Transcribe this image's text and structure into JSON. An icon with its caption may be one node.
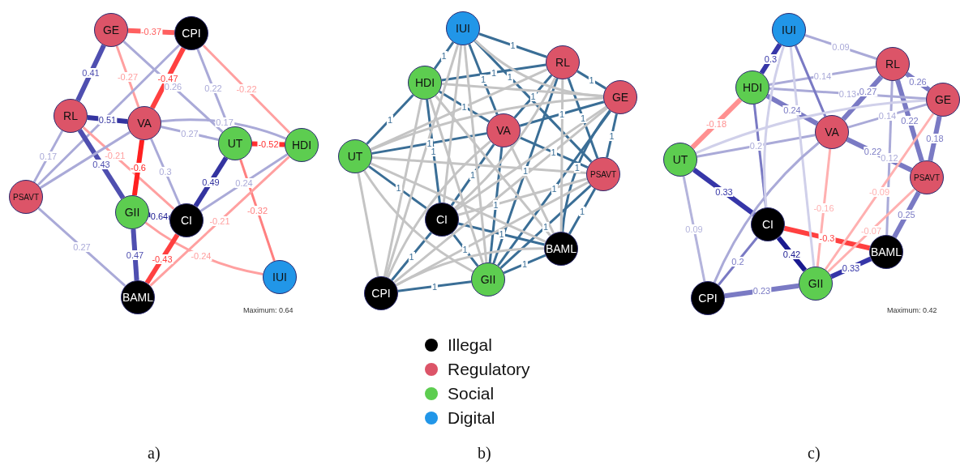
{
  "diagram": {
    "nodes": [
      {
        "text": [
          "GE"
        ]
      },
      {
        "text": [
          "CPI"
        ]
      },
      {
        "text": [
          "RL"
        ]
      },
      {
        "text": [
          "VA"
        ]
      },
      {
        "text": [
          "UT"
        ]
      },
      {
        "text": [
          "HDI"
        ]
      },
      {
        "text": [
          "PSAVT"
        ]
      },
      {
        "text": [
          "GII"
        ]
      },
      {
        "text": [
          "CI"
        ]
      },
      {
        "text": [
          "BAML"
        ]
      },
      {
        "text": [
          "IUI"
        ]
      },
      {
        "text": [
          "IUI"
        ]
      },
      {
        "text": [
          "RL"
        ]
      },
      {
        "text": [
          "HDI"
        ]
      },
      {
        "text": [
          "GE"
        ]
      },
      {
        "text": [
          "VA"
        ]
      },
      {
        "text": [
          "UT"
        ]
      },
      {
        "text": [
          "PSAVT"
        ]
      },
      {
        "text": [
          "CI"
        ]
      },
      {
        "text": [
          "BAML"
        ]
      },
      {
        "text": [
          "GII"
        ]
      },
      {
        "text": [
          "CPI"
        ]
      },
      {
        "text": [
          "IUI"
        ]
      },
      {
        "text": [
          "RL"
        ]
      },
      {
        "text": [
          "HDI"
        ]
      },
      {
        "text": [
          "GE"
        ]
      },
      {
        "text": [
          "VA"
        ]
      },
      {
        "text": [
          "UT"
        ]
      },
      {
        "text": [
          "PSAVT"
        ]
      },
      {
        "text": [
          "CI"
        ]
      },
      {
        "text": [
          "BAML"
        ]
      },
      {
        "text": [
          "GII"
        ]
      },
      {
        "text": [
          "CPI"
        ]
      }
    ],
    "edges": [
      {
        "from": 0,
        "to": 1,
        "arrow": "none",
        "label": "-0.37",
        "color": "#ff6060",
        "style": "thick"
      },
      {
        "from": 0,
        "to": 2,
        "arrow": "none",
        "label": "0.41",
        "color": "#4f4fb0",
        "style": "thick"
      },
      {
        "from": 0,
        "to": 3,
        "arrow": "none",
        "label": "-0.27",
        "color": "#ffa0a0"
      },
      {
        "from": 0,
        "to": 4,
        "arrow": "none",
        "label": "0.26",
        "color": "#aaaad8"
      },
      {
        "from": 1,
        "to": 3,
        "arrow": "none",
        "label": "-0.47",
        "color": "#ff4040",
        "style": "thick"
      },
      {
        "from": 1,
        "to": 4,
        "arrow": "none",
        "label": "0.22",
        "color": "#aaaad8"
      },
      {
        "from": 1,
        "to": 5,
        "arrow": "none",
        "label": "-0.22",
        "color": "#ffa0a0"
      },
      {
        "from": 1,
        "to": 6,
        "arrow": "none",
        "color": "#aaaad8"
      },
      {
        "from": 2,
        "to": 3,
        "arrow": "none",
        "label": "0.51",
        "color": "#3434a0",
        "style": "thick"
      },
      {
        "from": 2,
        "to": 6,
        "arrow": "none",
        "label": "0.17",
        "color": "#aaaad8"
      },
      {
        "from": 2,
        "to": 7,
        "arrow": "none",
        "label": "0.43",
        "color": "#4f4fb0",
        "style": "thick"
      },
      {
        "from": 2,
        "to": 8,
        "arrow": "none",
        "label": "-0.21",
        "color": "#ffa0a0"
      },
      {
        "from": 3,
        "to": 7,
        "arrow": "none",
        "label": "-0.6",
        "color": "#ff2020",
        "style": "thick"
      },
      {
        "from": 3,
        "to": 8,
        "arrow": "none",
        "label": "0.3",
        "color": "#aaaad8"
      },
      {
        "from": 3,
        "to": 4,
        "arrow": "none",
        "label": "0.27",
        "color": "#aaaad8"
      },
      {
        "from": 3,
        "to": 5,
        "arrow": "none",
        "label": "0.17",
        "color": "#aaaad8"
      },
      {
        "from": 3,
        "to": 6,
        "arrow": "none",
        "color": "#aaaad8"
      },
      {
        "from": 4,
        "to": 5,
        "arrow": "none",
        "label": "-0.52",
        "color": "#ff3030",
        "style": "thick"
      },
      {
        "from": 4,
        "to": 8,
        "arrow": "none",
        "label": "0.49",
        "color": "#3434a0",
        "style": "thick"
      },
      {
        "from": 4,
        "to": 10,
        "arrow": "none",
        "label": "-0.32",
        "color": "#ff8080"
      },
      {
        "from": 5,
        "to": 8,
        "arrow": "none",
        "label": "0.24",
        "color": "#aaaad8"
      },
      {
        "from": 5,
        "to": 9,
        "arrow": "none",
        "label": "-0.21",
        "color": "#ffa0a0"
      },
      {
        "from": 7,
        "to": 8,
        "arrow": "none",
        "label": "0.64",
        "color": "#1a1a90",
        "style": "thick"
      },
      {
        "from": 7,
        "to": 9,
        "arrow": "none",
        "label": "0.47",
        "color": "#4f4fb0",
        "style": "thick"
      },
      {
        "from": 7,
        "to": 10,
        "arrow": "none",
        "label": "-0.24",
        "color": "#ffa0a0"
      },
      {
        "from": 8,
        "to": 9,
        "arrow": "none",
        "label": "-0.43",
        "color": "#ff4040",
        "style": "thick"
      },
      {
        "from": 6,
        "to": 9,
        "arrow": "none",
        "label": "0.27",
        "color": "#aaaad8"
      },
      {
        "from": 11,
        "to": 13,
        "arrow": "none",
        "label": "1",
        "color": "#3a6e96"
      },
      {
        "from": 11,
        "to": 12,
        "arrow": "none",
        "label": "1",
        "color": "#3a6e96"
      },
      {
        "from": 11,
        "to": 15,
        "arrow": "none",
        "label": "1",
        "color": "#3a6e96"
      },
      {
        "from": 11,
        "to": 17,
        "arrow": "none",
        "label": "1",
        "color": "#3a6e96"
      },
      {
        "from": 13,
        "to": 12,
        "arrow": "none",
        "label": "1",
        "color": "#3a6e96"
      },
      {
        "from": 13,
        "to": 15,
        "arrow": "none",
        "label": "1",
        "color": "#3a6e96"
      },
      {
        "from": 13,
        "to": 16,
        "arrow": "none",
        "label": "1",
        "color": "#3a6e96"
      },
      {
        "from": 13,
        "to": 18,
        "arrow": "none",
        "label": "1",
        "color": "#3a6e96"
      },
      {
        "from": 12,
        "to": 14,
        "arrow": "none",
        "label": "1",
        "color": "#3a6e96"
      },
      {
        "from": 12,
        "to": 15,
        "arrow": "none",
        "label": "1",
        "color": "#3a6e96"
      },
      {
        "from": 12,
        "to": 17,
        "arrow": "none",
        "label": "1",
        "color": "#3a6e96"
      },
      {
        "from": 12,
        "to": 20,
        "arrow": "none",
        "label": "1",
        "color": "#3a6e96"
      },
      {
        "from": 14,
        "to": 15,
        "arrow": "none",
        "label": "1",
        "color": "#3a6e96"
      },
      {
        "from": 14,
        "to": 17,
        "arrow": "none",
        "label": "1",
        "color": "#3a6e96"
      },
      {
        "from": 14,
        "to": 19,
        "arrow": "none",
        "label": "1",
        "color": "#3a6e96"
      },
      {
        "from": 14,
        "to": 20,
        "arrow": "none",
        "label": "1",
        "color": "#3a6e96"
      },
      {
        "from": 15,
        "to": 17,
        "arrow": "none",
        "label": "1",
        "color": "#3a6e96"
      },
      {
        "from": 15,
        "to": 18,
        "arrow": "none",
        "label": "1",
        "color": "#3a6e96"
      },
      {
        "from": 15,
        "to": 20,
        "arrow": "none",
        "label": "1",
        "color": "#3a6e96"
      },
      {
        "from": 15,
        "to": 16,
        "arrow": "none",
        "label": "1",
        "color": "#3a6e96"
      },
      {
        "from": 16,
        "to": 18,
        "arrow": "none",
        "label": "1",
        "color": "#3a6e96"
      },
      {
        "from": 17,
        "to": 20,
        "arrow": "none",
        "label": "1",
        "color": "#3a6e96"
      },
      {
        "from": 17,
        "to": 19,
        "arrow": "none",
        "label": "1",
        "color": "#3a6e96"
      },
      {
        "from": 18,
        "to": 19,
        "arrow": "none",
        "label": "1",
        "color": "#3a6e96"
      },
      {
        "from": 18,
        "to": 20,
        "arrow": "none",
        "label": "1",
        "color": "#3a6e96"
      },
      {
        "from": 18,
        "to": 21,
        "arrow": "none",
        "label": "1",
        "color": "#3a6e96"
      },
      {
        "from": 20,
        "to": 19,
        "arrow": "none",
        "label": "1",
        "color": "#3a6e96"
      },
      {
        "from": 20,
        "to": 21,
        "arrow": "none",
        "label": "1",
        "color": "#3a6e96"
      },
      {
        "from": 11,
        "to": 14,
        "arrow": "none",
        "color": "#c4c4c4"
      },
      {
        "from": 11,
        "to": 21,
        "arrow": "none",
        "color": "#c4c4c4"
      },
      {
        "from": 11,
        "to": 18,
        "arrow": "none",
        "color": "#c4c4c4"
      },
      {
        "from": 11,
        "to": 20,
        "arrow": "none",
        "color": "#c4c4c4"
      },
      {
        "from": 13,
        "to": 14,
        "arrow": "none",
        "color": "#c4c4c4"
      },
      {
        "from": 13,
        "to": 20,
        "arrow": "none",
        "color": "#c4c4c4"
      },
      {
        "from": 13,
        "to": 19,
        "arrow": "none",
        "color": "#c4c4c4"
      },
      {
        "from": 13,
        "to": 21,
        "arrow": "none",
        "color": "#c4c4c4"
      },
      {
        "from": 16,
        "to": 21,
        "arrow": "none",
        "color": "#c4c4c4"
      },
      {
        "from": 16,
        "to": 17,
        "arrow": "none",
        "color": "#c4c4c4"
      },
      {
        "from": 16,
        "to": 19,
        "arrow": "none",
        "color": "#c4c4c4"
      },
      {
        "from": 16,
        "to": 20,
        "arrow": "none",
        "color": "#c4c4c4"
      },
      {
        "from": 16,
        "to": 14,
        "arrow": "none",
        "color": "#c4c4c4"
      },
      {
        "from": 16,
        "to": 12,
        "arrow": "none",
        "color": "#c4c4c4"
      },
      {
        "from": 15,
        "to": 19,
        "arrow": "none",
        "color": "#c4c4c4"
      },
      {
        "from": 15,
        "to": 21,
        "arrow": "none",
        "color": "#c4c4c4"
      },
      {
        "from": 12,
        "to": 18,
        "arrow": "none",
        "color": "#c4c4c4"
      },
      {
        "from": 12,
        "to": 19,
        "arrow": "none",
        "color": "#c4c4c4"
      },
      {
        "from": 14,
        "to": 18,
        "arrow": "none",
        "color": "#c4c4c4"
      },
      {
        "from": 14,
        "to": 21,
        "arrow": "none",
        "color": "#c4c4c4"
      },
      {
        "from": 17,
        "to": 18,
        "arrow": "none",
        "color": "#c4c4c4"
      },
      {
        "from": 17,
        "to": 21,
        "arrow": "none",
        "color": "#c4c4c4"
      },
      {
        "from": 19,
        "to": 21,
        "arrow": "none",
        "color": "#c4c4c4"
      },
      {
        "from": 22,
        "to": 24,
        "arrow": "none",
        "label": "0.3",
        "color": "#3636a8",
        "style": "thick"
      },
      {
        "from": 24,
        "to": 27,
        "arrow": "none",
        "label": "-0.18",
        "color": "#ff9090",
        "style": "thick"
      },
      {
        "from": 27,
        "to": 29,
        "arrow": "none",
        "label": "0.33",
        "color": "#3636a8",
        "style": "thick"
      },
      {
        "from": 27,
        "to": 32,
        "arrow": "none",
        "label": "0.09",
        "color": "#b4b4dc"
      },
      {
        "from": 29,
        "to": 31,
        "arrow": "none",
        "label": "0.42",
        "color": "#1a1a90",
        "style": "thick"
      },
      {
        "from": 29,
        "to": 32,
        "arrow": "none",
        "label": "0.2",
        "color": "#7a7ac4"
      },
      {
        "from": 32,
        "to": 31,
        "arrow": "none",
        "label": "0.23",
        "color": "#7a7ac4",
        "style": "thick"
      },
      {
        "from": 29,
        "to": 30,
        "arrow": "none",
        "label": "-0.3",
        "color": "#ff4040",
        "style": "thick"
      },
      {
        "from": 31,
        "to": 30,
        "arrow": "none",
        "label": "0.33",
        "color": "#3636a8",
        "style": "thick"
      },
      {
        "from": 30,
        "to": 28,
        "arrow": "none",
        "label": "0.25",
        "color": "#7a7ac4",
        "style": "thick"
      },
      {
        "from": 28,
        "to": 25,
        "arrow": "none",
        "label": "0.18",
        "color": "#7a7ac4",
        "style": "thick"
      },
      {
        "from": 23,
        "to": 25,
        "arrow": "none",
        "label": "0.26",
        "color": "#7a7ac4",
        "style": "thick"
      },
      {
        "from": 23,
        "to": 26,
        "arrow": "none",
        "label": "0.27",
        "color": "#7a7ac4",
        "style": "thick"
      },
      {
        "from": 23,
        "to": 28,
        "arrow": "none",
        "label": "0.22",
        "color": "#7a7ac4",
        "style": "thick"
      },
      {
        "from": 26,
        "to": 28,
        "arrow": "none",
        "label": "0.22",
        "color": "#7a7ac4",
        "style": "thick"
      },
      {
        "from": 24,
        "to": 26,
        "arrow": "none",
        "label": "0.24",
        "color": "#7a7ac4",
        "style": "thick"
      },
      {
        "from": 22,
        "to": 23,
        "arrow": "none",
        "label": "0.09",
        "color": "#aaaad8"
      },
      {
        "from": 24,
        "to": 23,
        "arrow": "none",
        "label": "0.14",
        "color": "#aaaad8"
      },
      {
        "from": 24,
        "to": 25,
        "arrow": "none",
        "label": "0.13",
        "color": "#aaaad8"
      },
      {
        "from": 26,
        "to": 25,
        "arrow": "none",
        "label": "0.14",
        "color": "#aaaad8"
      },
      {
        "from": 23,
        "to": 30,
        "arrow": "none",
        "label": "0.12",
        "color": "#aaaad8"
      },
      {
        "from": 26,
        "to": 31,
        "arrow": "none",
        "label": "-0.16",
        "color": "#ffb0b0"
      },
      {
        "from": 28,
        "to": 31,
        "arrow": "none",
        "label": "-0.07",
        "color": "#ffb0b0"
      },
      {
        "from": 25,
        "to": 31,
        "arrow": "none",
        "label": "-0.09",
        "color": "#ffb0b0"
      },
      {
        "from": 27,
        "to": 26,
        "arrow": "none",
        "label": "0.2",
        "color": "#aaaad8"
      },
      {
        "from": 24,
        "to": 29,
        "arrow": "none",
        "color": "#7a7ac4"
      },
      {
        "from": 22,
        "to": 26,
        "arrow": "none",
        "color": "#7a7ac4"
      },
      {
        "from": 22,
        "to": 31,
        "arrow": "none",
        "color": "#d0d0ea"
      },
      {
        "from": 27,
        "to": 25,
        "arrow": "none",
        "color": "#d0d0ea"
      },
      {
        "from": 32,
        "to": 26,
        "arrow": "none",
        "color": "#aaaad8"
      },
      {
        "from": 22,
        "to": 29,
        "arrow": "none",
        "color": "#d0d0ea"
      }
    ],
    "labels": [
      "Maximum: 0.64",
      "Maximum: 0.42",
      "a)",
      "b)",
      "c)"
    ],
    "legend": [
      {
        "text": "Illegal",
        "color": "#000000"
      },
      {
        "text": "Regulatory",
        "color": "#dc5468"
      },
      {
        "text": "Social",
        "color": "#5dcd50"
      },
      {
        "text": "Digital",
        "color": "#2196e8"
      }
    ]
  }
}
